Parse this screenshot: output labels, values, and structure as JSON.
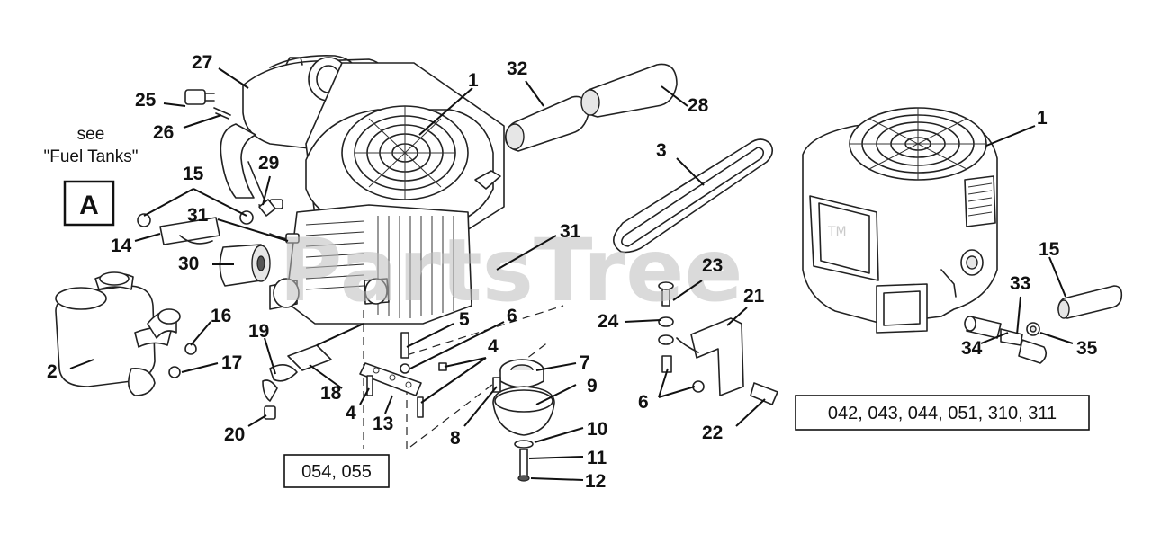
{
  "watermark": {
    "text": "PartsTree",
    "tm": "TM"
  },
  "note": {
    "line1": "see",
    "line2": "\"Fuel Tanks\""
  },
  "ref_box": {
    "letter": "A"
  },
  "model_boxes": {
    "left": "054, 055",
    "right": "042, 043, 044, 051, 310, 311"
  },
  "callouts": {
    "c27": "27",
    "c25": "25",
    "c26": "26",
    "c32": "32",
    "c28": "28",
    "c1_left": "1",
    "c1_right": "1",
    "c15_left": "15",
    "c15_right": "15",
    "c29": "29",
    "c31_left": "31",
    "c31_right": "31",
    "c14": "14",
    "c30": "30",
    "c3": "3",
    "c2": "2",
    "c16": "16",
    "c17": "17",
    "c19": "19",
    "c18": "18",
    "c20": "20",
    "c5": "5",
    "c6_top": "6",
    "c6_bottom": "6",
    "c4_left": "4",
    "c4_right": "4",
    "c13": "13",
    "c7": "7",
    "c8": "8",
    "c9": "9",
    "c10": "10",
    "c11": "11",
    "c12": "12",
    "c23": "23",
    "c24": "24",
    "c21": "21",
    "c22": "22",
    "c33": "33",
    "c34": "34",
    "c35": "35"
  }
}
